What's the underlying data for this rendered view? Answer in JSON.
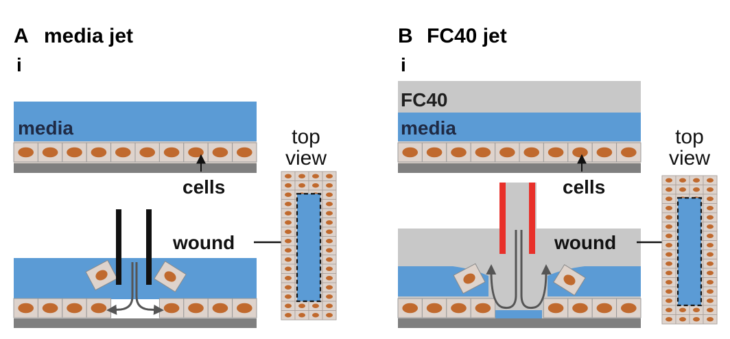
{
  "panel_a": {
    "letter": "A",
    "title": "media jet",
    "subpanel": "i",
    "media_label": "media",
    "cells_label": "cells",
    "wound_label": "wound",
    "top_view_line1": "top",
    "top_view_line2": "view"
  },
  "panel_b": {
    "letter": "B",
    "title": "FC40 jet",
    "subpanel": "i",
    "fc40_label": "FC40",
    "media_label": "media",
    "cells_label": "cells",
    "wound_label": "wound",
    "top_view_line1": "top",
    "top_view_line2": "view"
  },
  "colors": {
    "media": "#5b9bd5",
    "fc40": "#c8c8c8",
    "cell_body": "#ded3cc",
    "nucleus": "#c0692d",
    "substrate": "#7f7f7f",
    "nozzle_a": "#111111",
    "nozzle_b": "#e8302a",
    "flow_arrow": "#555555"
  }
}
